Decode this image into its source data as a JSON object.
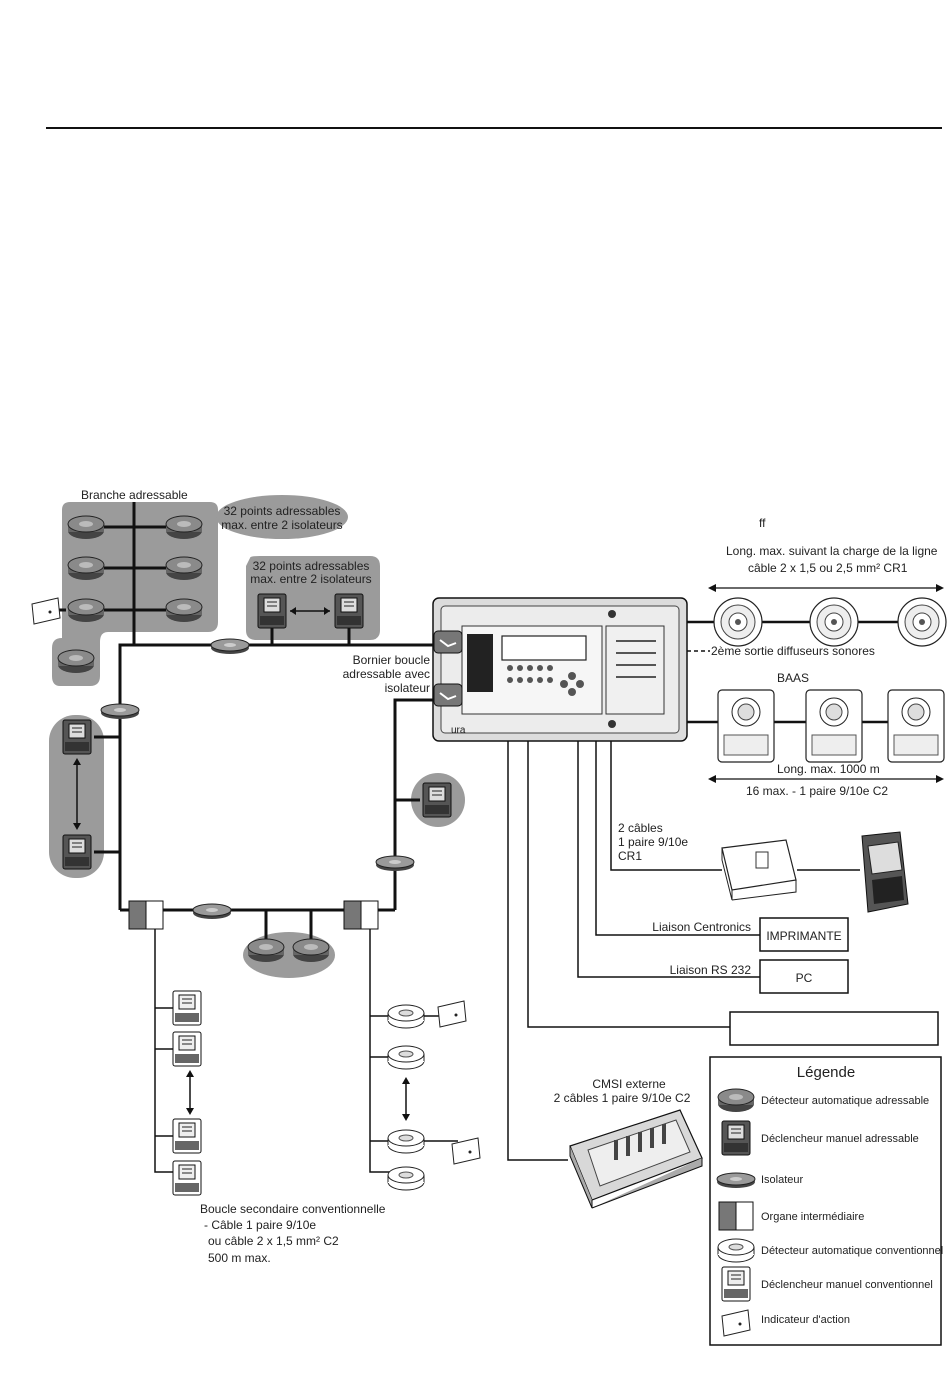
{
  "labels": {
    "branche": "Branche adressable",
    "pts1_a": "32 points adressables",
    "pts1_b": "max. entre 2 isolateurs",
    "pts2_a": "32 points adressables",
    "pts2_b": "max. entre 2 isolateurs",
    "ff": "ff",
    "longmax_a": "Long. max. suivant la charge de la ligne",
    "longmax_b": "câble 2 x 1,5 ou 2,5 mm² CR1",
    "sortie2": "2ème sortie diffuseurs sonores",
    "baas": "BAAS",
    "bornier_a": "Bornier boucle",
    "bornier_b": "adressable avec",
    "bornier_c": "isolateur",
    "long1000": "Long. max. 1000 m",
    "max16": "16 max. - 1 paire 9/10e C2",
    "cables_a": "2 câbles",
    "cables_b": "1 paire 9/10e",
    "cables_c": "CR1",
    "centronics": "Liaison Centronics",
    "imprimante": "IMPRIMANTE",
    "rs232": "Liaison RS 232",
    "pc": "PC",
    "cmsi_a": "CMSI externe",
    "cmsi_b": "2 câbles 1 paire 9/10e C2",
    "boucle_a": "Boucle secondaire conventionnelle",
    "boucle_b": "- Câble 1 paire 9/10e",
    "boucle_c": "ou câble 2 x 1,5 mm² C2",
    "boucle_d": "500 m max.",
    "ura": "ura"
  },
  "legend": {
    "title": "Légende",
    "items": [
      "Détecteur automatique adressable",
      "Déclencheur manuel adressable",
      "Isolateur",
      "Organe intermédiaire",
      "Détecteur automatique conventionnel",
      "Déclencheur manuel conventionnel",
      "Indicateur d'action"
    ]
  },
  "colors": {
    "line": "#111111",
    "zone": "#9b9b9b",
    "device_dark": "#555555",
    "device_light": "#ffffff",
    "panel": "#dcdcdc"
  }
}
